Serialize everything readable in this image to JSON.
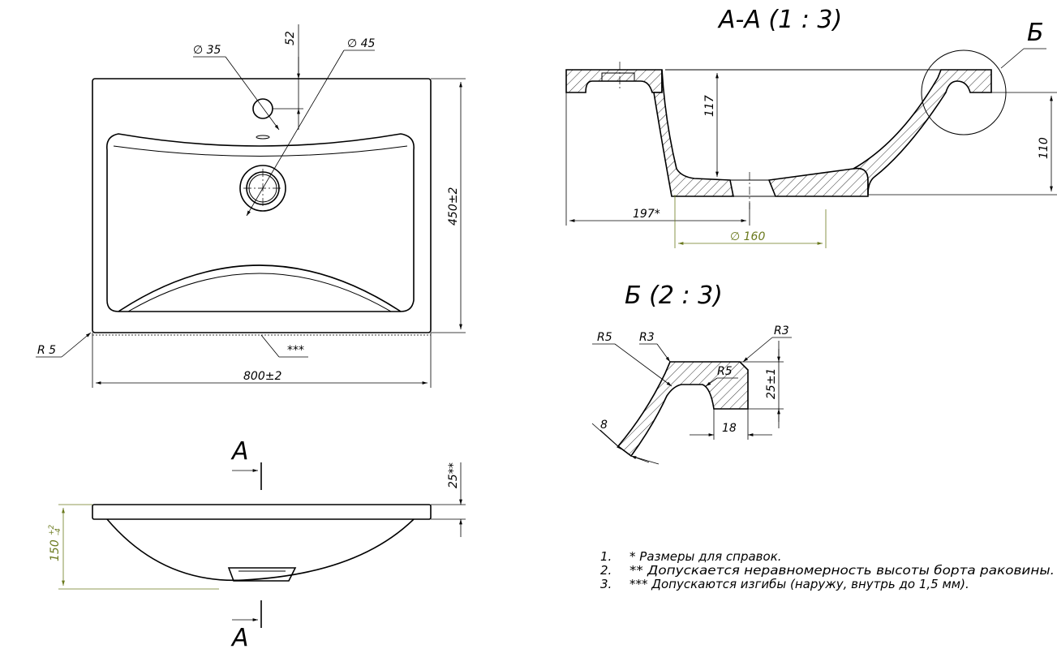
{
  "drawing": {
    "top_view": {
      "dia_35": "∅ 35",
      "dia_45": "∅ 45",
      "dim_52": "52",
      "dim_450": "450±2",
      "radius": "R 5",
      "mark_3": "***",
      "dim_800": "800±2"
    },
    "front_view": {
      "section_letter_top": "A",
      "section_letter_bottom": "A",
      "dim_25": "25**",
      "dim_150": "150",
      "dim_150_tol_upper": "+2",
      "dim_150_tol_lower": "-4"
    },
    "section_aa": {
      "title": "A-A (1 : 3)",
      "detail_label": "Б",
      "dim_117": "117",
      "dim_110": "110",
      "dim_197": "197*",
      "dim_160": "∅ 160"
    },
    "detail_b": {
      "title": "Б (2 : 3)",
      "r5_left": "R5",
      "r3_left": "R3",
      "r3_right": "R3",
      "r5_inner": "R5",
      "dim_25": "25±1",
      "dim_18": "18",
      "dim_8": "8"
    },
    "notes": [
      {
        "num": "1.",
        "text": "*   Размеры для справок."
      },
      {
        "num": "2.",
        "text": "** Допускается неравномерность высоты борта   раковины."
      },
      {
        "num": "3.",
        "text": "*** Допускаются изгибы (наружу, внутрь до 1,5 мм)."
      }
    ],
    "colors": {
      "line": "#000000",
      "secondary_dimension": "#6b7a1e",
      "background": "#ffffff"
    }
  }
}
